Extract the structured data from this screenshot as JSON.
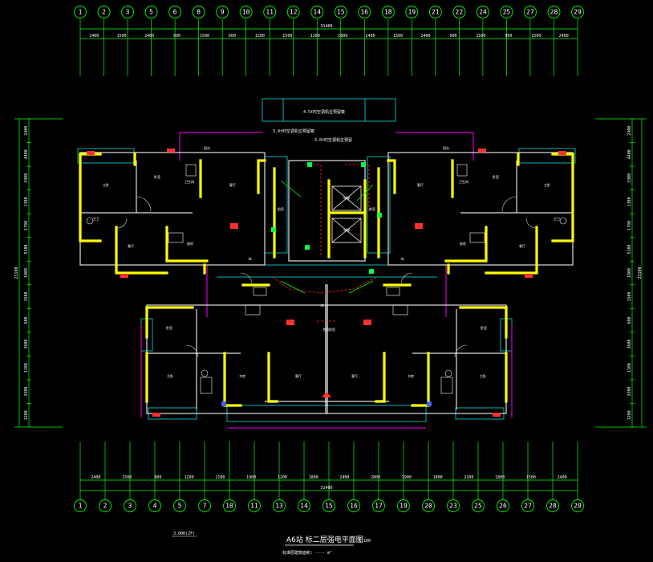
{
  "drawing": {
    "title": "A6站 标二层强电平面图",
    "scale": "1:100",
    "level_label": "3.000(2F)",
    "subtitle": "标准层建筑面积: ---- m²",
    "colors": {
      "background": "#000000",
      "axis": "#00ff00",
      "wall": "#ffff00",
      "cyan": "#00c8c8",
      "magenta": "#ff00ff",
      "red": "#ff2020",
      "white": "#ffffff"
    },
    "top_axes": [
      "1",
      "2",
      "3",
      "5",
      "6",
      "8",
      "9",
      "10",
      "11",
      "12",
      "14",
      "15",
      "16",
      "18",
      "19",
      "21",
      "22",
      "24",
      "25",
      "27",
      "28",
      "29"
    ],
    "bottom_axes": [
      "1",
      "2",
      "3",
      "4",
      "5",
      "7",
      "10",
      "11",
      "13",
      "14",
      "15",
      "16",
      "17",
      "19",
      "20",
      "23",
      "25",
      "26",
      "27",
      "28",
      "29"
    ],
    "top_dims": [
      "2400",
      "1500",
      "2400",
      "900",
      "1500",
      "600",
      "1200",
      "1500",
      "1100",
      "2800",
      "2400",
      "1500",
      "2400",
      "900",
      "1500",
      "900",
      "1500",
      "2400"
    ],
    "bottom_dims": [
      "2400",
      "1500",
      "800",
      "1200",
      "2100",
      "1900",
      "1200",
      "1800",
      "2400",
      "2800",
      "1900",
      "1800",
      "2100",
      "1800",
      "1500",
      "2400"
    ],
    "top_total": "31400",
    "bottom_total": "31400",
    "left_dims": [
      "2400",
      "4400",
      "3300",
      "1300",
      "1700",
      "5100",
      "1800",
      "1500",
      "600",
      "3600",
      "1100",
      "3300",
      "1200"
    ],
    "right_dims": [
      "2400",
      "4400",
      "3300",
      "1300",
      "1700",
      "5100",
      "1800",
      "1500",
      "600",
      "3600",
      "1100",
      "3300",
      "1200"
    ],
    "left_total": "23100",
    "right_total": "23100",
    "top_notes": [
      "4.5t时空调机位预留筱",
      "3.0t时空调机位预留筱",
      "3.0t时空调机位预留"
    ],
    "room_labels": [
      "主卧",
      "卧室",
      "客厅",
      "餐厅",
      "厨房",
      "卫生间",
      "阳台",
      "主卫",
      "书房",
      "电梯",
      "前室",
      "合用前室"
    ],
    "panel_label": "AL"
  }
}
